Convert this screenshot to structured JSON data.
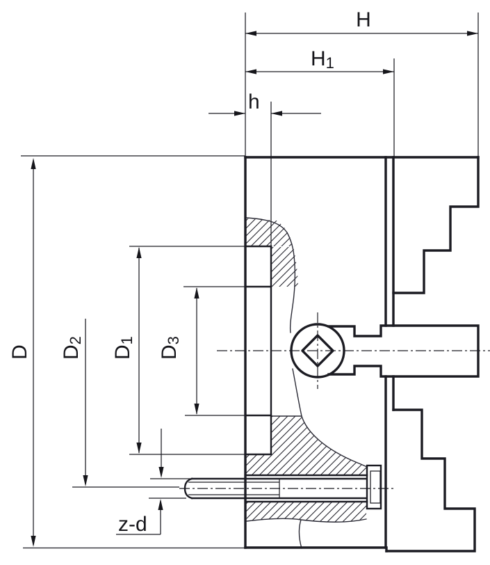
{
  "drawing": {
    "type": "technical-drawing",
    "subject": "Lathe chuck cross-section with stepped jaws, bevel pinion square socket and mounting screw",
    "colors": {
      "ink": "#1b1b22",
      "paper": "#ffffff"
    },
    "dimensions": {
      "H": {
        "label": "H"
      },
      "H1": {
        "base": "H",
        "sub": "1"
      },
      "h": {
        "label": "h"
      },
      "D": {
        "label": "D"
      },
      "D1": {
        "base": "D",
        "sub": "1"
      },
      "D2": {
        "base": "D",
        "sub": "2"
      },
      "D3": {
        "base": "D",
        "sub": "3"
      },
      "zd": {
        "label": "z-d"
      }
    }
  }
}
